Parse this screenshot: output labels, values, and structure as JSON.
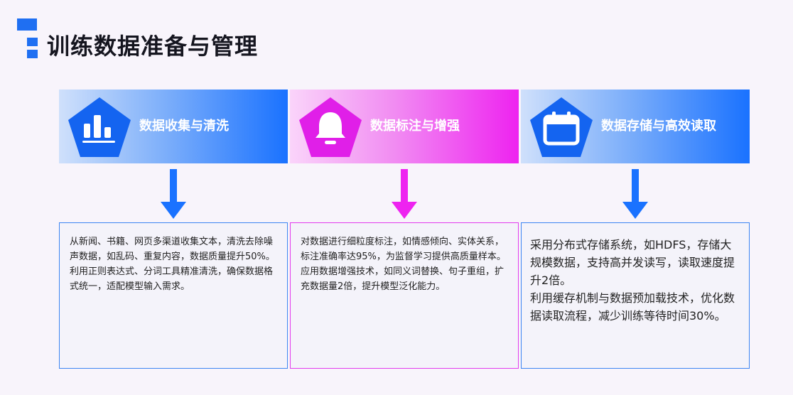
{
  "page": {
    "title": "训练数据准备与管理"
  },
  "colors": {
    "blue": "#1a72ff",
    "magenta": "#ee23f0",
    "logo": "#1f6ff2"
  },
  "sections": [
    {
      "icon": "bar-chart-icon",
      "title": "数据收集与清洗",
      "paragraphs": [
        "从新闻、书籍、网页多渠道收集文本，清洗去除噪声数据，如乱码、重复内容，数据质量提升50%。",
        "利用正则表达式、分词工具精准清洗，确保数据格式统一，适配模型输入需求。"
      ]
    },
    {
      "icon": "bell-icon",
      "title": "数据标注与增强",
      "paragraphs": [
        "对数据进行细粒度标注，如情感倾向、实体关系，标注准确率达95%，为监督学习提供高质量样本。",
        "应用数据增强技术，如同义词替换、句子重组，扩充数据量2倍，提升模型泛化能力。"
      ]
    },
    {
      "icon": "calendar-icon",
      "title": "数据存储与高效读取",
      "paragraphs": [
        "采用分布式存储系统，如HDFS，存储大规模数据，支持高并发读写，读取速度提升2倍。",
        "利用缓存机制与数据预加载技术，优化数据读取流程，减少训练等待时间30%。"
      ]
    }
  ]
}
